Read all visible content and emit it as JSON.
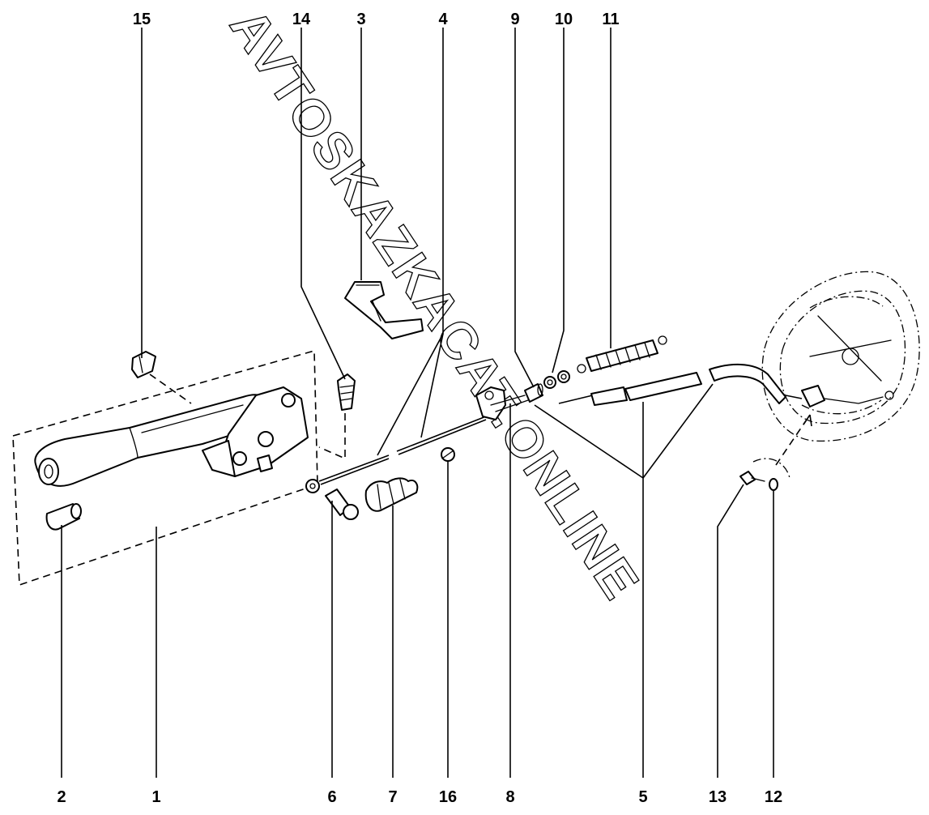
{
  "callouts": {
    "top": [
      "15",
      "14",
      "3",
      "4",
      "9",
      "10",
      "11"
    ],
    "bottom": [
      "2",
      "1",
      "6",
      "7",
      "16",
      "8",
      "5",
      "13",
      "12"
    ]
  },
  "parts": {
    "p1": {
      "callout": "1",
      "icon": "parking-brake-lever-assembly-icon"
    },
    "p2": {
      "callout": "2",
      "icon": "lever-end-cap-icon"
    },
    "p3": {
      "callout": "3",
      "icon": "bracket-icon"
    },
    "p4": {
      "callout": "4",
      "icon": "front-cable-icon"
    },
    "p5": {
      "callout": "5",
      "icon": "rear-cable-icon"
    },
    "p6": {
      "callout": "6",
      "icon": "guide-pin-icon"
    },
    "p7": {
      "callout": "7",
      "icon": "rubber-boot-icon"
    },
    "p8": {
      "callout": "8",
      "icon": "equalizer-icon"
    },
    "p9": {
      "callout": "9",
      "icon": "sleeve-icon"
    },
    "p10": {
      "callout": "10",
      "icon": "adjusting-nut-icon"
    },
    "p11": {
      "callout": "11",
      "icon": "return-spring-icon"
    },
    "p12": {
      "callout": "12",
      "icon": "washer-icon"
    },
    "p13": {
      "callout": "13",
      "icon": "bolt-icon"
    },
    "p14": {
      "callout": "14",
      "icon": "switch-icon"
    },
    "p15": {
      "callout": "15",
      "icon": "clip-icon"
    },
    "p16": {
      "callout": "16",
      "icon": "clamp-icon"
    },
    "drum": {
      "icon": "brake-backing-plate-icon"
    }
  },
  "watermark": "AVTOSKAZKACAT.ONLINE"
}
